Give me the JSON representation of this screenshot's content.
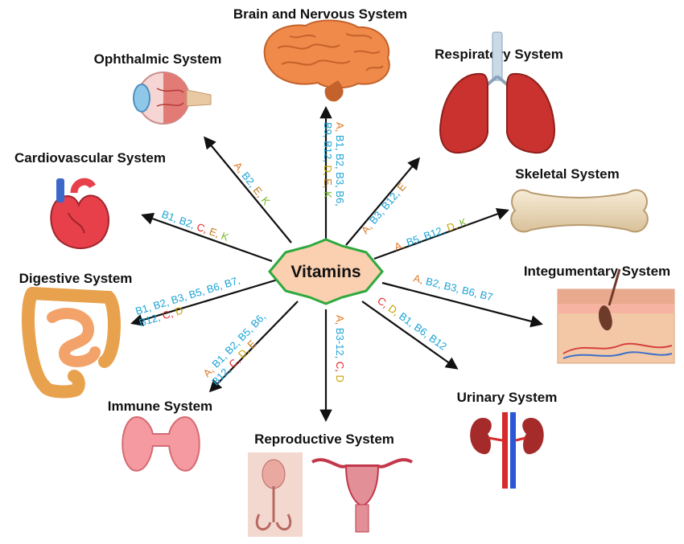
{
  "center": {
    "label": "Vitamins"
  },
  "colors": {
    "A": "#e07b2a",
    "B": "#1aa3d6",
    "C": "#e52521",
    "D": "#c9a200",
    "E": "#c27a1a",
    "K": "#7cb82f",
    "center_fill": "#fbd0b0",
    "center_border": "#2eaa3e"
  },
  "systems": [
    {
      "id": "brain",
      "label": "Brain and Nervous System",
      "icon": "brain-icon",
      "vitamins": [
        {
          "text": "A,",
          "color": "A"
        },
        {
          "text": " B1, B2, B3, B6,",
          "color": "B"
        },
        {
          "text": "B9, B12,",
          "color": "B",
          "newline": true
        },
        {
          "text": " D,",
          "color": "D"
        },
        {
          "text": " E,",
          "color": "E"
        },
        {
          "text": " K",
          "color": "K"
        }
      ]
    },
    {
      "id": "respiratory",
      "label": "Respiratory System",
      "icon": "lungs-icon",
      "vitamins": [
        {
          "text": "A,",
          "color": "A"
        },
        {
          "text": " B3, B12,",
          "color": "B"
        },
        {
          "text": " E",
          "color": "E"
        }
      ]
    },
    {
      "id": "skeletal",
      "label": "Skeletal System",
      "icon": "bone-icon",
      "vitamins": [
        {
          "text": "A,",
          "color": "A"
        },
        {
          "text": " B5, B12,",
          "color": "B"
        },
        {
          "text": " D,",
          "color": "D"
        },
        {
          "text": " K",
          "color": "K"
        }
      ]
    },
    {
      "id": "integumentary",
      "label": "Integumentary System",
      "icon": "skin-icon",
      "vitamins": [
        {
          "text": "A,",
          "color": "A"
        },
        {
          "text": " B2, B3, B6, B7",
          "color": "B"
        }
      ]
    },
    {
      "id": "urinary",
      "label": "Urinary System",
      "icon": "kidneys-icon",
      "vitamins": [
        {
          "text": "C,",
          "color": "C"
        },
        {
          "text": " D,",
          "color": "D"
        },
        {
          "text": " B1, B6, B12",
          "color": "B"
        }
      ]
    },
    {
      "id": "reproductive",
      "label": "Reproductive System",
      "icon": "reproductive-organs-icon",
      "vitamins": [
        {
          "text": "A,",
          "color": "A"
        },
        {
          "text": " B3-12,",
          "color": "B"
        },
        {
          "text": " C,",
          "color": "C"
        },
        {
          "text": " D",
          "color": "D"
        }
      ]
    },
    {
      "id": "immune",
      "label": "Immune System",
      "icon": "thyroid-icon",
      "vitamins": [
        {
          "text": "A,",
          "color": "A"
        },
        {
          "text": " B1, B2, B5, B6,",
          "color": "B"
        },
        {
          "text": "B12,",
          "color": "B",
          "newline": true
        },
        {
          "text": " C,",
          "color": "C"
        },
        {
          "text": " D,",
          "color": "D"
        },
        {
          "text": " E",
          "color": "E"
        }
      ]
    },
    {
      "id": "digestive",
      "label": "Digestive System",
      "icon": "intestines-icon",
      "vitamins": [
        {
          "text": "B1, B2, B3, B5, B6, B7,",
          "color": "B"
        },
        {
          "text": "B12,",
          "color": "B",
          "newline": true
        },
        {
          "text": " C,",
          "color": "C"
        },
        {
          "text": " D",
          "color": "D"
        }
      ]
    },
    {
      "id": "cardiovascular",
      "label": "Cardiovascular System",
      "icon": "heart-icon",
      "vitamins": [
        {
          "text": "B1, B2,",
          "color": "B"
        },
        {
          "text": " C,",
          "color": "C"
        },
        {
          "text": " E,",
          "color": "E"
        },
        {
          "text": " K",
          "color": "K"
        }
      ]
    },
    {
      "id": "ophthalmic",
      "label": "Ophthalmic System",
      "icon": "eye-icon",
      "vitamins": [
        {
          "text": "A,",
          "color": "A"
        },
        {
          "text": " B2,",
          "color": "B"
        },
        {
          "text": " E,",
          "color": "E"
        },
        {
          "text": " K",
          "color": "K"
        }
      ]
    }
  ]
}
